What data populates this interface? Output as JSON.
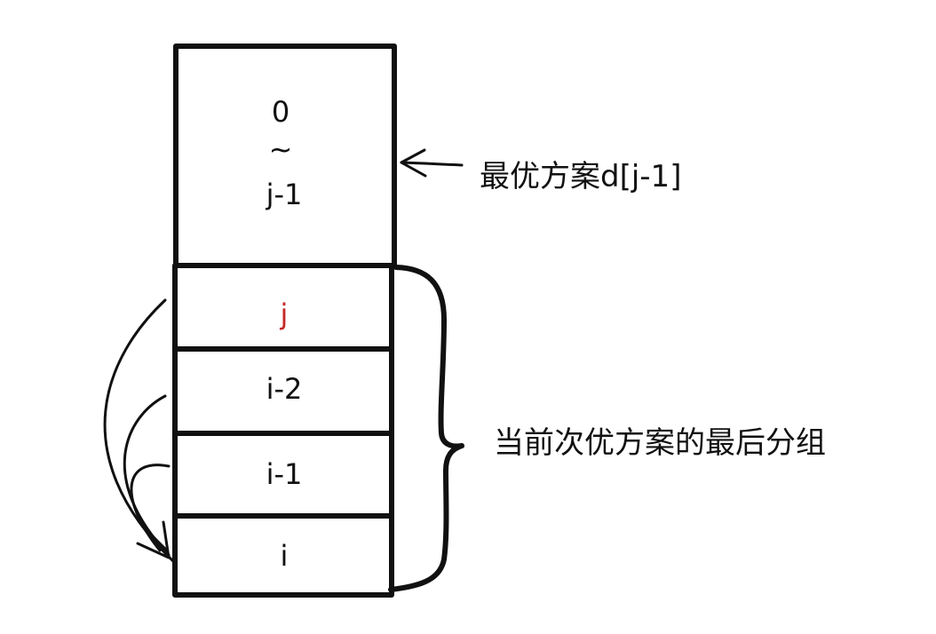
{
  "top_block": {
    "line1": "0",
    "line2": "~",
    "line3": "j-1"
  },
  "rows": [
    {
      "label": "j",
      "color": "#c62828"
    },
    {
      "label": "i-2",
      "color": "#111111"
    },
    {
      "label": "i-1",
      "color": "#111111"
    },
    {
      "label": "i",
      "color": "#111111"
    }
  ],
  "annotations": {
    "best_prev": "最优方案d[j-1]",
    "last_group": "当前次优方案的最后分组"
  },
  "colors": {
    "stroke": "#111111",
    "highlight": "#c62828"
  }
}
